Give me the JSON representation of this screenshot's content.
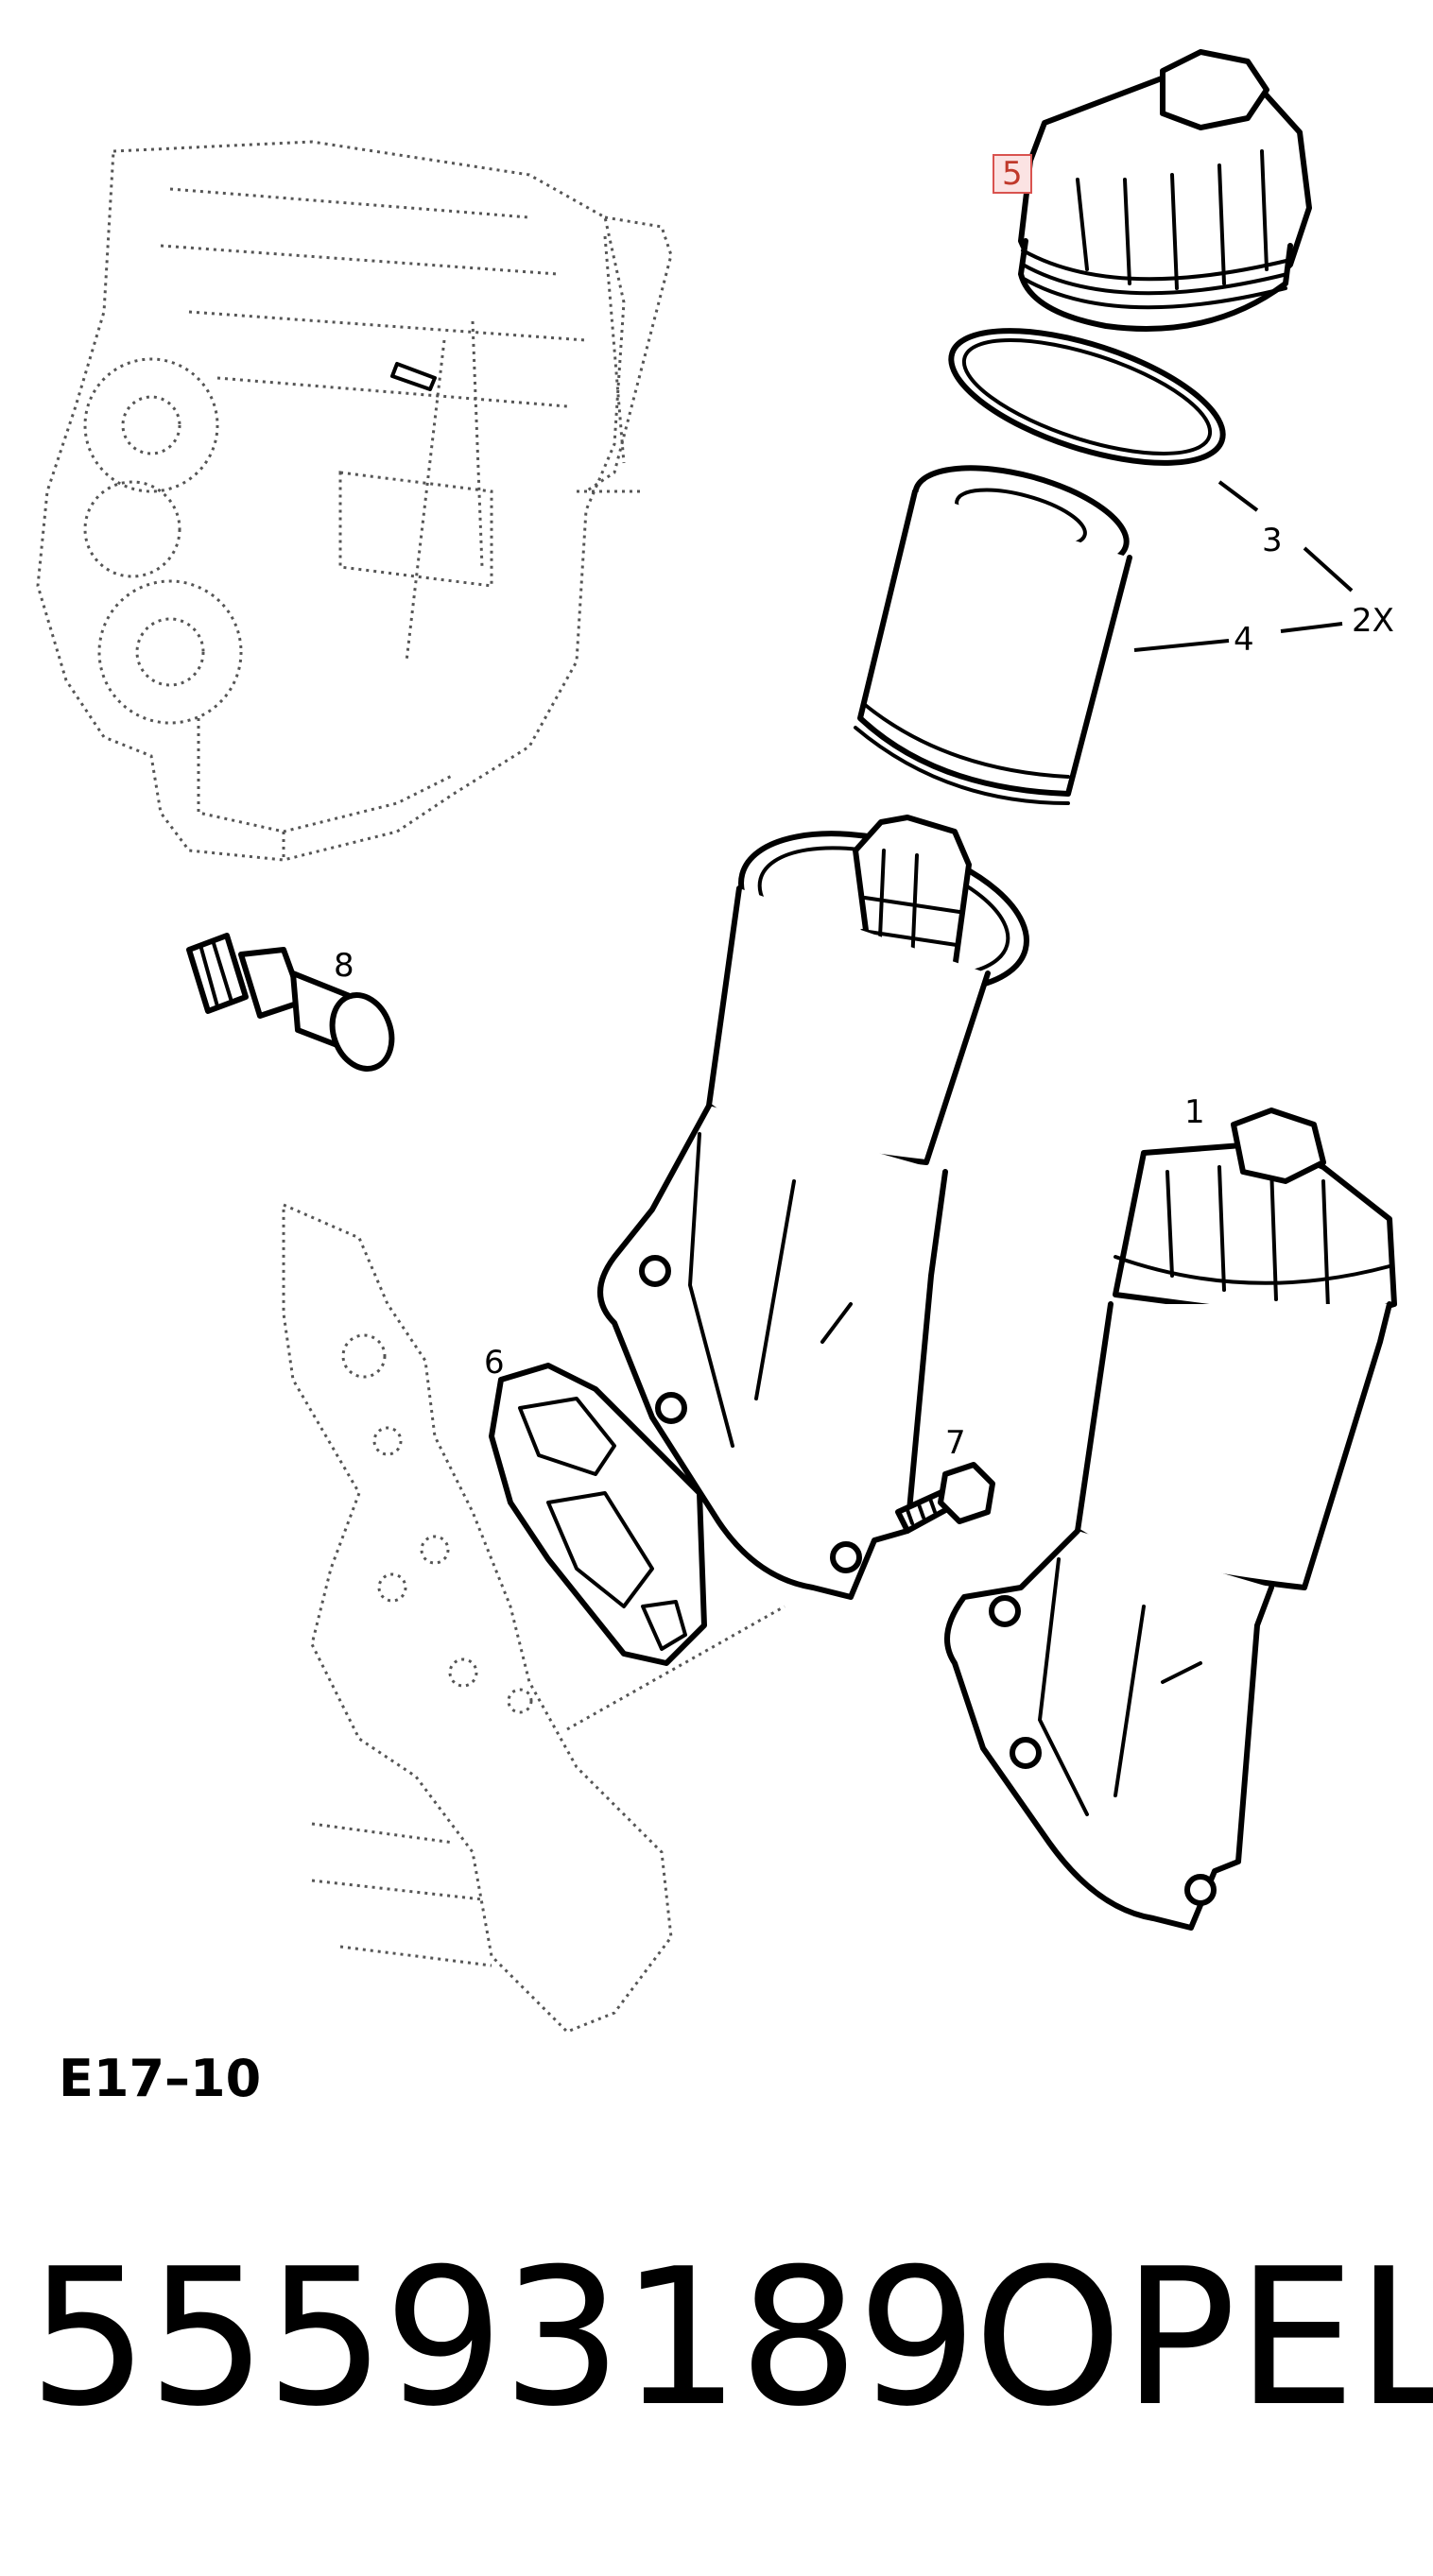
{
  "callouts": {
    "c1": "1",
    "c2x": "2X",
    "c3": "3",
    "c4": "4",
    "c5": "5",
    "c6": "6",
    "c7": "7",
    "c8": "8"
  },
  "diagram_code": "E17–10",
  "footer": {
    "part_number": "55593189",
    "brand": "OPEL"
  },
  "colors": {
    "line": "#000000",
    "highlight_border": "#d9534f",
    "highlight_fill": "#fbe3e3"
  }
}
